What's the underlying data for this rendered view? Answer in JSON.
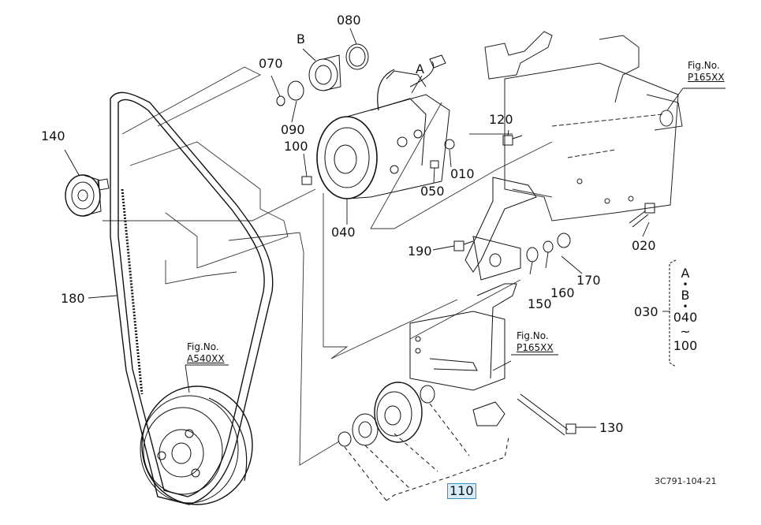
{
  "callouts": {
    "c010": "010",
    "c020": "020",
    "c030": "030",
    "c040": "040",
    "c050": "050",
    "c070": "070",
    "c080": "080",
    "c090": "090",
    "c100": "100",
    "c110": "110",
    "c120": "120",
    "c130": "130",
    "c140": "140",
    "c150": "150",
    "c160": "160",
    "c170": "170",
    "c180": "180",
    "c190": "190",
    "cA": "A",
    "cB": "B"
  },
  "fig_refs": [
    {
      "label": "Fig.No.",
      "ref": "P165XX"
    },
    {
      "label": "Fig.No.",
      "ref": "P165XX"
    },
    {
      "label": "Fig.No.",
      "ref": "A540XX"
    }
  ],
  "group_030": [
    "A",
    "•",
    "B",
    "•",
    "040",
    "~",
    "100"
  ],
  "drawing_code": "3C791-104-21"
}
